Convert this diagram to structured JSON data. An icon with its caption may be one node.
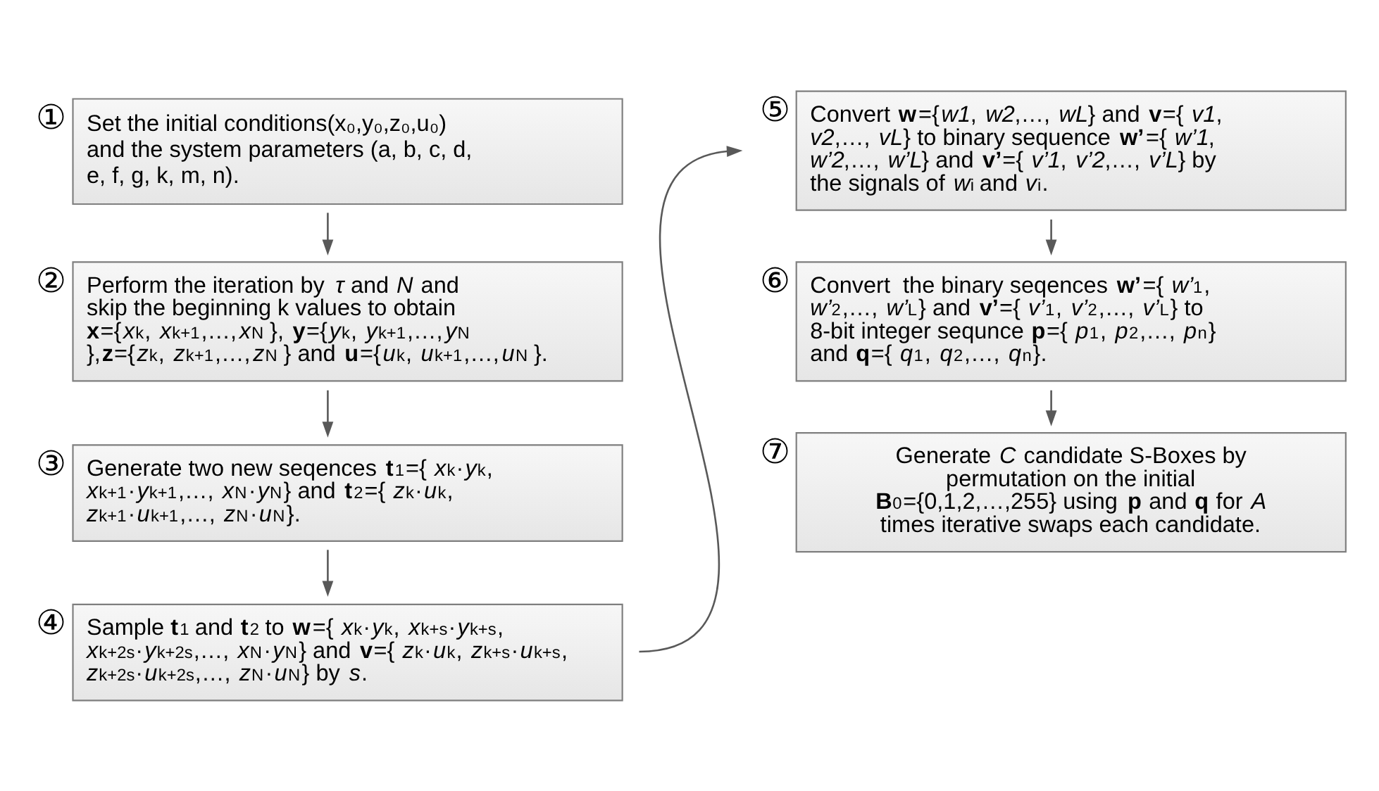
{
  "diagram": {
    "nodes": [
      {
        "text": [
          "Set the initial conditions(x₀,y₀,z₀,u₀) and the system parameters (a, b, c, d, e, f, g, k, m, n)."
        ],
        "beside": [
          "①"
        ]
      },
      {
        "text": [
          "Perform the iteration by *τ* and *N* and skip the beginning k values to obtain **x**={*x*$_{k}$, *x*$_{k+1}$,…,*x*$_{N}$ }, **y**={*y*$_{k}$, *y*$_{k+1}$,…,*y*$_{N}$ },**z**={*z*$_{k}$, *z*$_{k+1}$,…,*z*$_{N}$ } and **u**={*u*$_{k}$, *u*$_{k+1}$,…,*u*$_{N}$ }."
        ],
        "beside": [
          "②"
        ]
      },
      {
        "text": [
          "Generate two new seqences **t**$_{1}$={ *x*$_{k}$·*y*$_{k}$, *x*$_{k+1}$·*y*$_{k+1}$,…, *x*$_{N}$·*y*$_{N}$} and **t**$_{2}$={ *z*$_{k}$·*u*$_{k}$, *z*$_{k+1}$·*u*$_{k+1}$,…, *z*$_{N}$·*u*$_{N}$}."
        ],
        "beside": [
          "③"
        ]
      },
      {
        "text": [
          "Sample **t**$_{1}$ and **t**$_{2}$ to **w**={ *x*$_{k}$·*y*$_{k}$, *x*$_{k+s}$·*y*$_{k+s}$, *x*$_{k+2s}$·*y*$_{k+2s}$,…, *x*$_{N}$·*y*$_{N}$} and **v**={ *z*$_{k}$·*u*$_{k}$, *z*$_{k+s}$·*u*$_{k+s}$, *z*$_{k+2s}$·*u*$_{k+2s}$,…, *z*$_{N}$·*u*$_{N}$} by *s*."
        ],
        "beside": [
          "④"
        ]
      },
      {
        "text": [
          "Convert **w**={*w1*, *w2*,…, *wL*} and **v**={ *v1*, *v2*,…, *vL*} to binary sequence **w’**={ *w’1*, *w’2*,…, *w’L*} and **v’**={ *v’1*, *v’2*,…, *v’L*} by the signals of *w*$_{i}$ and *v*$_{i}$."
        ],
        "beside": [
          "⑤"
        ]
      },
      {
        "text": [
          "Convert  the binary seqences **w’**={ *w’*$_{1}$, *w’*$_{2}$,…, *w’*$_{L}$} and **v’**={ *v’*$_{1}$, *v’*$_{2}$,…, *v’*$_{L}$} to 8-bit integer sequnce **p**={ *p*$_{1}$, *p*$_{2}$,…, *p*$_{n}$} and **q**={ *q*$_{1}$, *q*$_{2}$,…, *q*$_{n}$}."
        ],
        "beside": [
          "⑥"
        ]
      },
      {
        "text": [
          "Generate *C* candidate S-Boxes by permutation on the initial **B**$_{0}$={0,1,2,…,255} using **p** and **q** for *A* times iterative swaps each candidate."
        ],
        "beside": [
          "⑦"
        ]
      }
    ],
    "edges": [
      {
        "from": 0,
        "to": 1,
        "arrow": "to"
      },
      {
        "from": 1,
        "to": 2,
        "arrow": "to"
      },
      {
        "from": 2,
        "to": 3,
        "arrow": "to"
      },
      {
        "from": 3,
        "to": 4,
        "arrow": "to"
      },
      {
        "from": 4,
        "to": 5,
        "arrow": "to"
      },
      {
        "from": 5,
        "to": 6,
        "arrow": "to"
      }
    ]
  }
}
